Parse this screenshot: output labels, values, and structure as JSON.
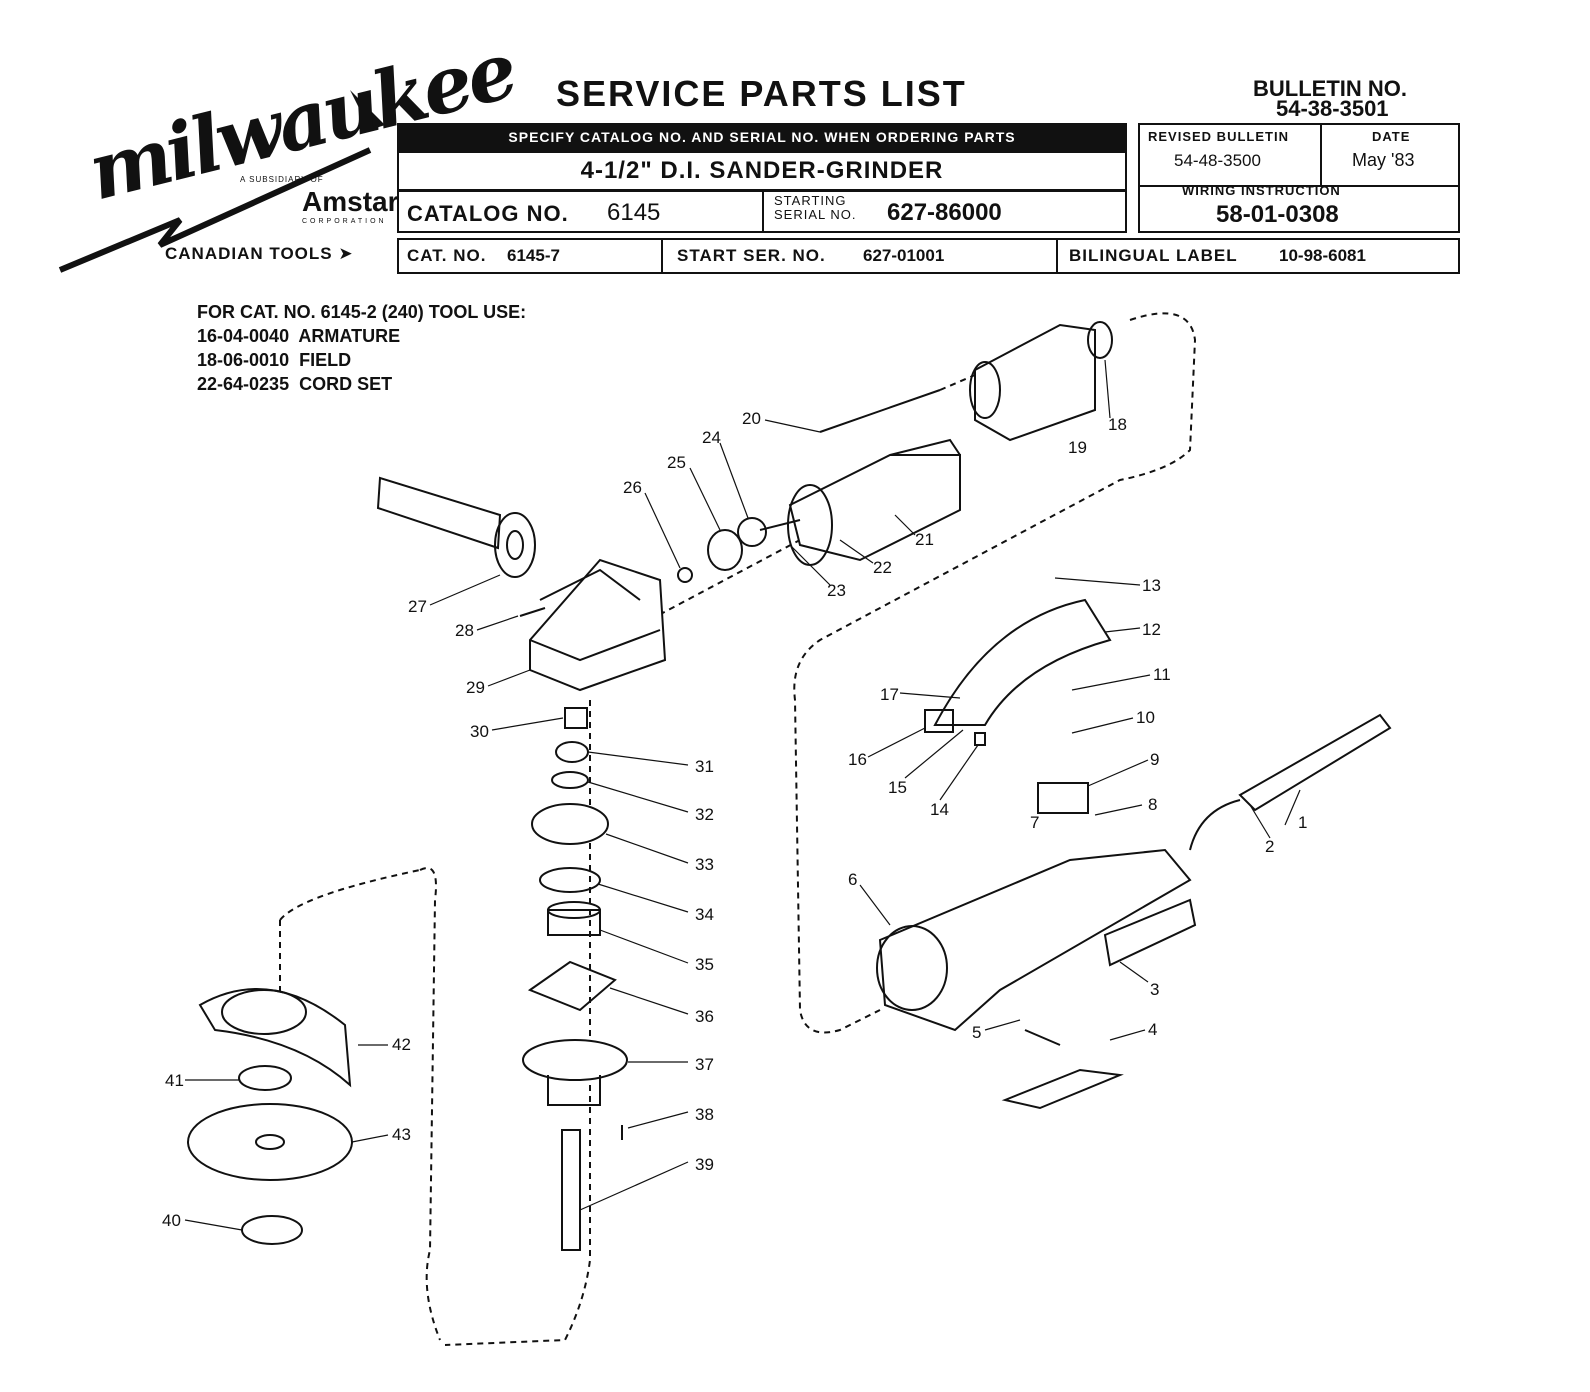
{
  "brand": {
    "logo_text": "milwaukee",
    "subsidiary_text": "A SUBSIDIARY OF",
    "parent_name": "Amstar",
    "parent_sub": "CORPORATION"
  },
  "header": {
    "title": "SERVICE PARTS LIST",
    "bulletin_label": "BULLETIN NO.",
    "bulletin_no": "54-38-3501",
    "order_note": "SPECIFY CATALOG NO. AND SERIAL NO. WHEN ORDERING PARTS",
    "product_name": "4-1/2\"  D.I. SANDER-GRINDER",
    "catalog_label": "CATALOG NO.",
    "catalog_no": "6145",
    "starting_label_1": "STARTING",
    "starting_label_2": "SERIAL NO.",
    "starting_serial": "627-86000",
    "revised_label": "REVISED BULLETIN",
    "revised_no": "54-48-3500",
    "date_label": "DATE",
    "date_value": "May '83",
    "wiring_label": "WIRING INSTRUCTION",
    "wiring_no": "58-01-0308"
  },
  "canadian": {
    "label": "CANADIAN TOOLS",
    "cat_label": "CAT. NO.",
    "cat_no": "6145-7",
    "start_label": "START SER. NO.",
    "start_no": "627-01001",
    "bilingual_label": "BILINGUAL LABEL",
    "bilingual_no": "10-98-6081"
  },
  "notes": {
    "heading": "FOR CAT. NO. 6145-2 (240) TOOL USE:",
    "items": [
      {
        "part": "16-04-0040",
        "name": "ARMATURE"
      },
      {
        "part": "18-06-0010",
        "name": "FIELD"
      },
      {
        "part": "22-64-0235",
        "name": "CORD SET"
      }
    ]
  },
  "callouts": [
    "1",
    "2",
    "3",
    "4",
    "5",
    "6",
    "7",
    "8",
    "9",
    "10",
    "11",
    "12",
    "13",
    "14",
    "15",
    "16",
    "17",
    "18",
    "19",
    "20",
    "21",
    "22",
    "23",
    "24",
    "25",
    "26",
    "27",
    "28",
    "29",
    "30",
    "31",
    "32",
    "33",
    "34",
    "35",
    "36",
    "37",
    "38",
    "39",
    "40",
    "41",
    "42",
    "43"
  ]
}
